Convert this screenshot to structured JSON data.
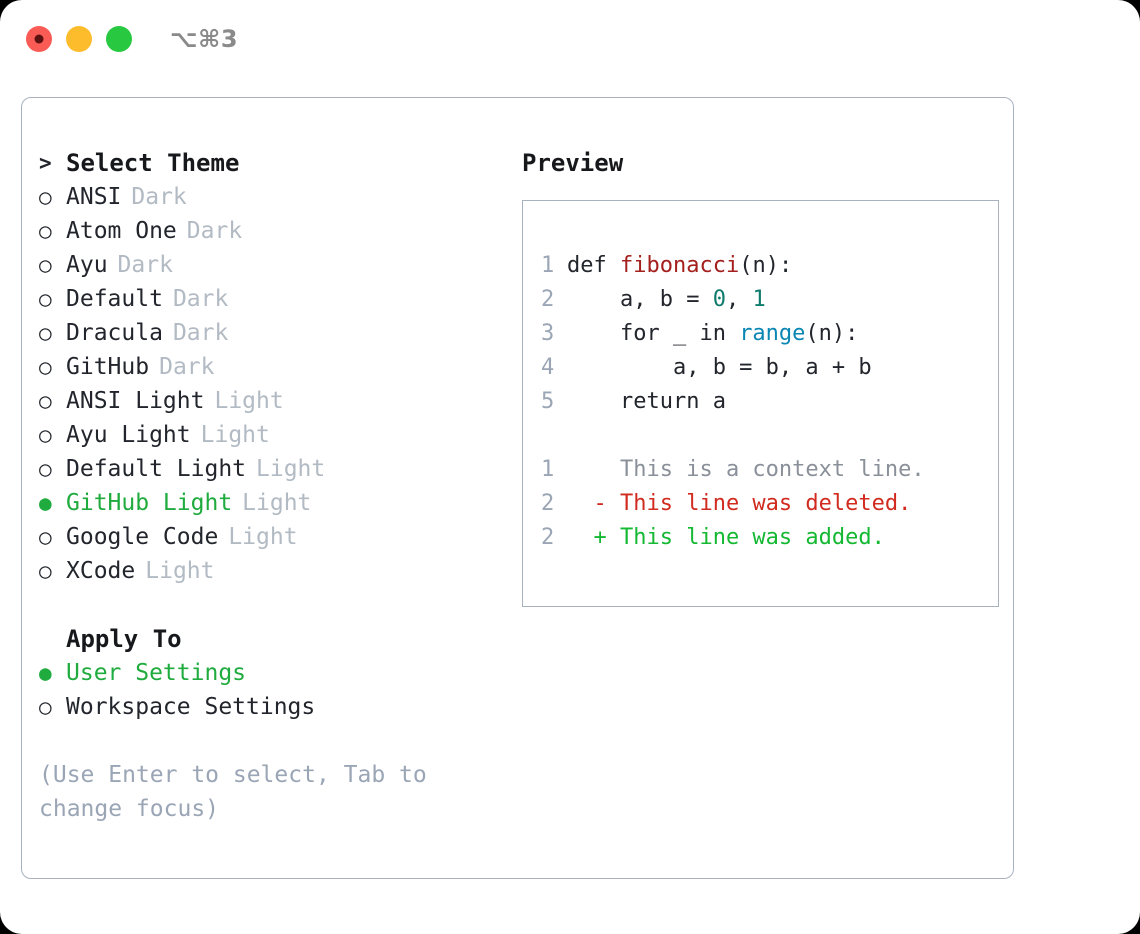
{
  "titlebar": {
    "shortcut": "⌥⌘3",
    "lights": [
      "close",
      "minimize",
      "maximize"
    ]
  },
  "theme_panel": {
    "title": "Select Theme",
    "prompt_marker": ">",
    "bullet_unselected": "○",
    "bullet_selected": "●",
    "items": [
      {
        "name": "ANSI",
        "tag": "Dark",
        "selected": false
      },
      {
        "name": "Atom One",
        "tag": "Dark",
        "selected": false
      },
      {
        "name": "Ayu",
        "tag": "Dark",
        "selected": false
      },
      {
        "name": "Default",
        "tag": "Dark",
        "selected": false
      },
      {
        "name": "Dracula",
        "tag": "Dark",
        "selected": false
      },
      {
        "name": "GitHub",
        "tag": "Dark",
        "selected": false
      },
      {
        "name": "ANSI Light",
        "tag": "Light",
        "selected": false
      },
      {
        "name": "Ayu Light",
        "tag": "Light",
        "selected": false
      },
      {
        "name": "Default Light",
        "tag": "Light",
        "selected": false
      },
      {
        "name": "GitHub Light",
        "tag": "Light",
        "selected": true
      },
      {
        "name": "Google Code",
        "tag": "Light",
        "selected": false
      },
      {
        "name": "XCode",
        "tag": "Light",
        "selected": false
      }
    ]
  },
  "apply_to": {
    "title": "Apply To",
    "options": [
      {
        "name": "User Settings",
        "selected": true
      },
      {
        "name": "Workspace Settings",
        "selected": false
      }
    ]
  },
  "hint": "(Use Enter to select, Tab to change focus)",
  "preview": {
    "title": "Preview",
    "code_lines": [
      {
        "no": "1",
        "segments": [
          {
            "text": "def ",
            "type": "plain"
          },
          {
            "text": "fibonacci",
            "type": "fn"
          },
          {
            "text": "(n):",
            "type": "plain"
          }
        ]
      },
      {
        "no": "2",
        "segments": [
          {
            "text": "    a, b = ",
            "type": "plain"
          },
          {
            "text": "0",
            "type": "num"
          },
          {
            "text": ", ",
            "type": "plain"
          },
          {
            "text": "1",
            "type": "num"
          }
        ]
      },
      {
        "no": "3",
        "segments": [
          {
            "text": "    for _ in ",
            "type": "plain"
          },
          {
            "text": "range",
            "type": "call"
          },
          {
            "text": "(n):",
            "type": "plain"
          }
        ]
      },
      {
        "no": "4",
        "segments": [
          {
            "text": "        a, b = b, a + b",
            "type": "plain"
          }
        ]
      },
      {
        "no": "5",
        "segments": [
          {
            "text": "    return a",
            "type": "plain"
          }
        ]
      }
    ],
    "diff_lines": [
      {
        "no": "1",
        "marker": "  ",
        "text": "This is a context line.",
        "kind": "context"
      },
      {
        "no": "2",
        "marker": "- ",
        "text": "This line was deleted.",
        "kind": "deleted"
      },
      {
        "no": "2",
        "marker": "+ ",
        "text": "This line was added.",
        "kind": "added"
      }
    ]
  },
  "colors": {
    "accent_green": "#1fab3e",
    "border": "#a8b2bf",
    "muted": "#b2bac3",
    "hint": "#9aa5b5",
    "text": "#22262c",
    "fn": "#a3201d",
    "num": "#0f7b6c",
    "call": "#0a86b3",
    "diff_context": "#8a9099",
    "diff_deleted": "#d12b20",
    "diff_added": "#14b832",
    "light_red": "#fa5c55",
    "light_yellow": "#fdbc2c",
    "light_green": "#28c840"
  }
}
